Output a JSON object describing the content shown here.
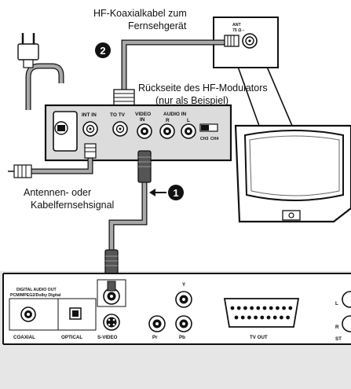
{
  "labels": {
    "hf_cable_line1": "HF-Koaxialkabel zum",
    "hf_cable_line2": "Fernsehgerät",
    "modulator_back_line1": "Rückseite des HF-Modulators",
    "modulator_back_line2": "(nur als Beispiel)",
    "antenna_line1": "Antennen- oder",
    "antenna_line2": "Kabelfernsehsignal"
  },
  "steps": {
    "step1": "1",
    "step2": "2"
  },
  "tv_jack": {
    "ant": "ANT",
    "ohm": "75 Ω ⌐"
  },
  "modulator": {
    "int_in": "INT IN",
    "to_tv": "TO TV",
    "video": "VIDEO",
    "video_in": "IN",
    "audio_in": "AUDIO  IN",
    "audio_r": "R",
    "audio_l": "L",
    "ch3": "CH3",
    "ch4": "CH4"
  },
  "player": {
    "digital_audio_out_1": "DIGITAL AUDIO OUT",
    "digital_audio_out_2": "PCM/MPEG2/Dolby Digital",
    "coaxial": "COAXIAL",
    "optical": "OPTICAL",
    "svideo": "S-VIDEO",
    "pr": "Pr",
    "pb": "Pb",
    "y": "Y",
    "tv_out": "TV OUT",
    "l": "L",
    "r": "R",
    "st": "ST"
  },
  "colors": {
    "cable_gray": "#a8a8a8",
    "device_gray": "#dcdcdc",
    "dark": "#111111",
    "bottom_band": "#e6e6e6"
  }
}
